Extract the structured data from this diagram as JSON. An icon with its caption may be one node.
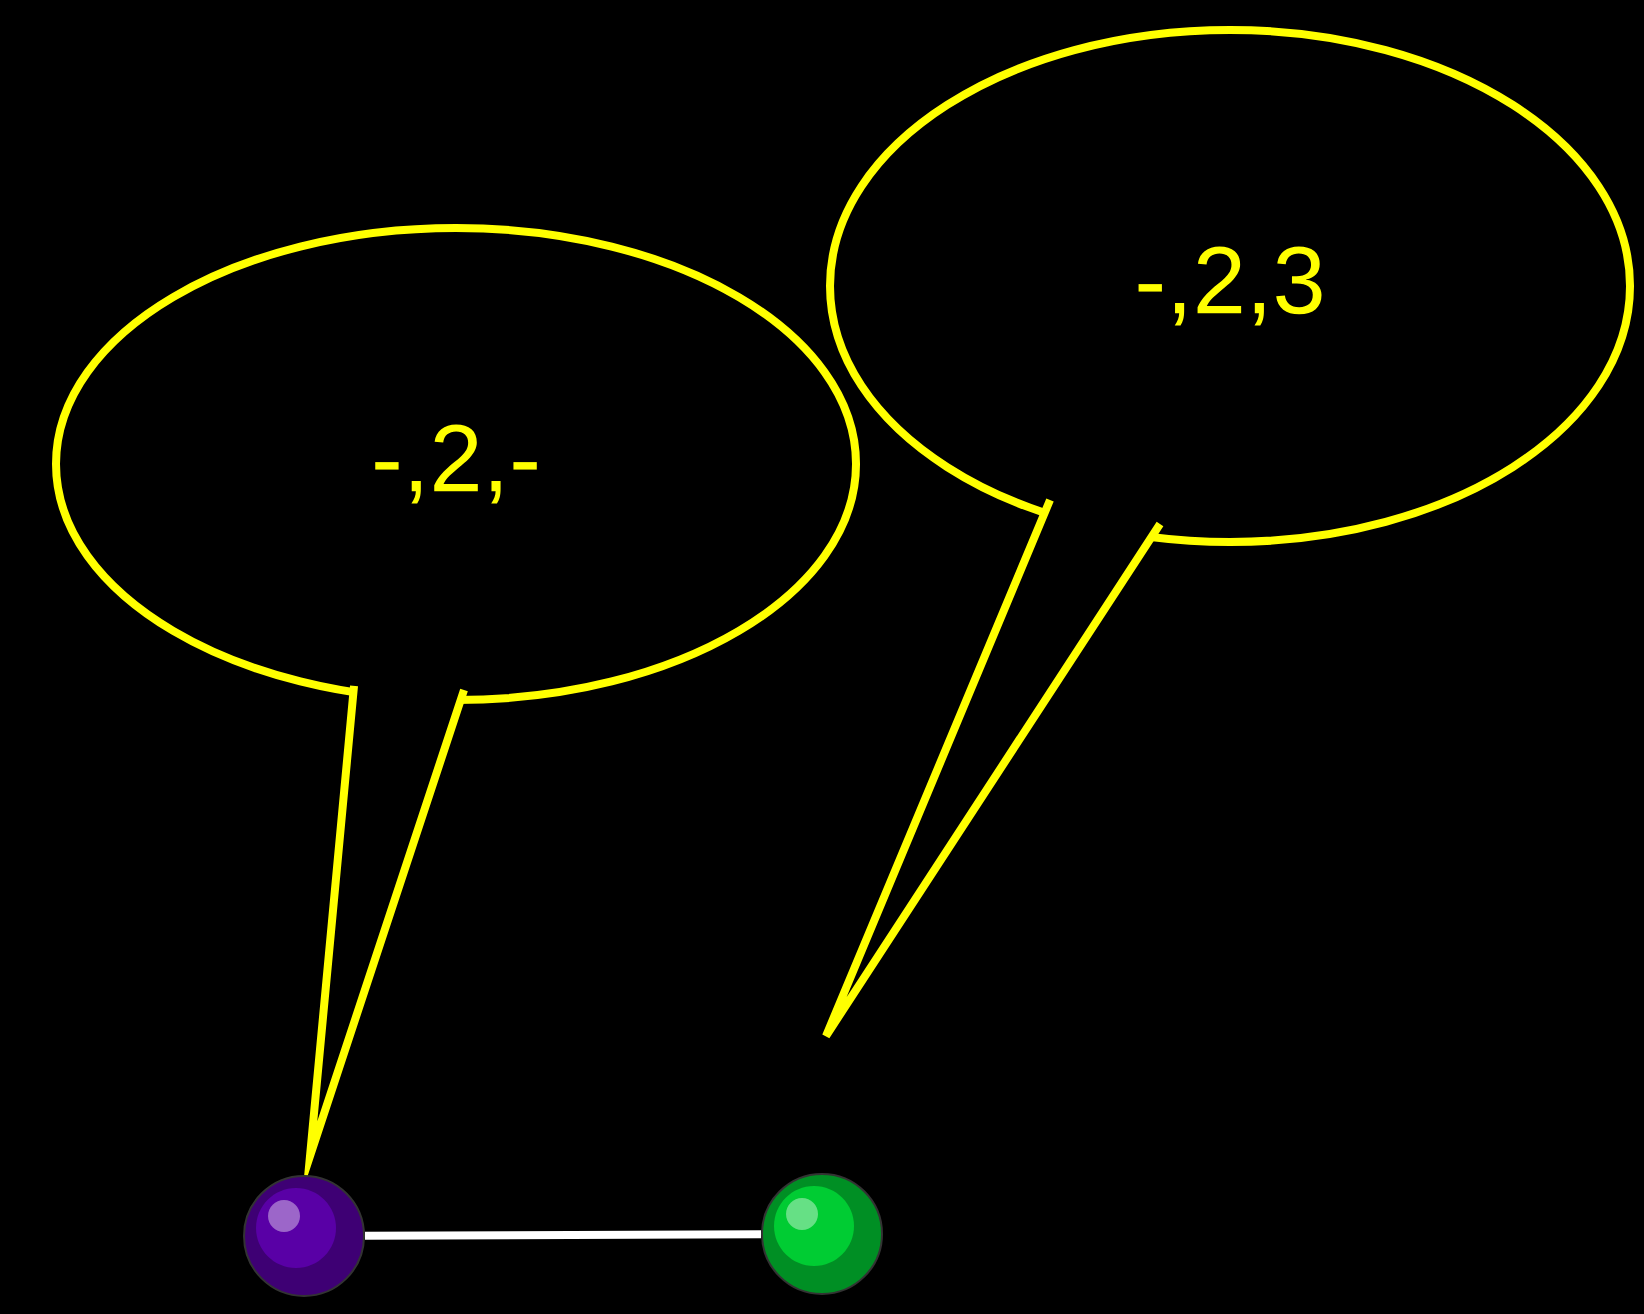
{
  "diagram": {
    "nodes": [
      {
        "text": [
          "-,2,-"
        ]
      },
      {
        "text": [
          "-,2,3"
        ]
      },
      {
        "text": [],
        "shape": "circle"
      },
      {
        "text": [],
        "shape": "circle"
      }
    ],
    "edges": [
      {
        "from": 2,
        "to": 3,
        "arrow": "none"
      }
    ]
  }
}
